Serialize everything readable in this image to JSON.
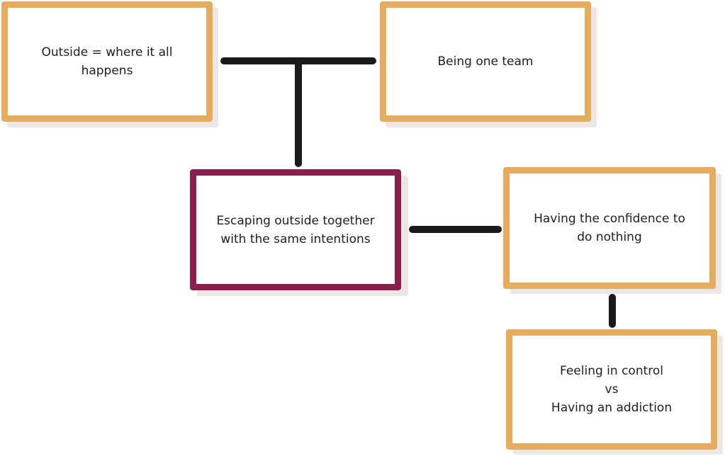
{
  "colors": {
    "accent_border": "#e4ac5c",
    "highlight_border": "#8a1f4e",
    "connector": "#1a1a1a",
    "shadow": "#ece7e5"
  },
  "nodes": {
    "outside": {
      "label": "Outside = where it all happens"
    },
    "team": {
      "label": "Being one team"
    },
    "escaping": {
      "label": "Escaping outside together\nwith the same intentions"
    },
    "confidence": {
      "label": "Having the confidence to\ndo nothing"
    },
    "control": {
      "label": "Feeling in control\nvs\nHaving an addiction"
    }
  },
  "edges": [
    {
      "from": "outside",
      "to": "team"
    },
    {
      "from": "outside-team-link",
      "to": "escaping"
    },
    {
      "from": "escaping",
      "to": "confidence"
    },
    {
      "from": "confidence",
      "to": "control"
    }
  ]
}
